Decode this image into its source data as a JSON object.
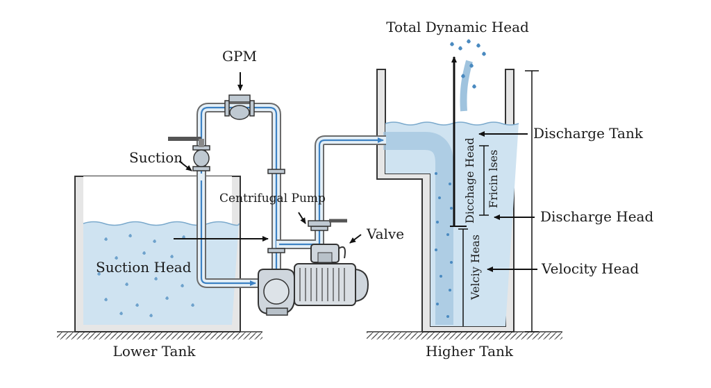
{
  "labels": {
    "total_dynamic_head": "Total Dynamic Head",
    "gpm": "GPM",
    "suction": "Suction",
    "centrifugal_pump": "Centrifugal Pump",
    "valve": "Valve",
    "suction_head": "Suction Head",
    "discharge_tank": "Discharge Tank",
    "discharge_head": "Discharge Head",
    "velocity_head": "Velocity Head",
    "lower_tank": "Lower Tank",
    "higher_tank": "Higher Tank",
    "dicchage_head_rotated": "Dicchage Head",
    "fricin_lses_rotated": "Fricin lses",
    "velocity_heas_rotated": "Velciy Heas"
  },
  "colors": {
    "water": "#cfe3f1",
    "flow_line": "#3d82c4",
    "pipe": "#6a6a6a",
    "tank_wall": "#e6e6e6"
  }
}
